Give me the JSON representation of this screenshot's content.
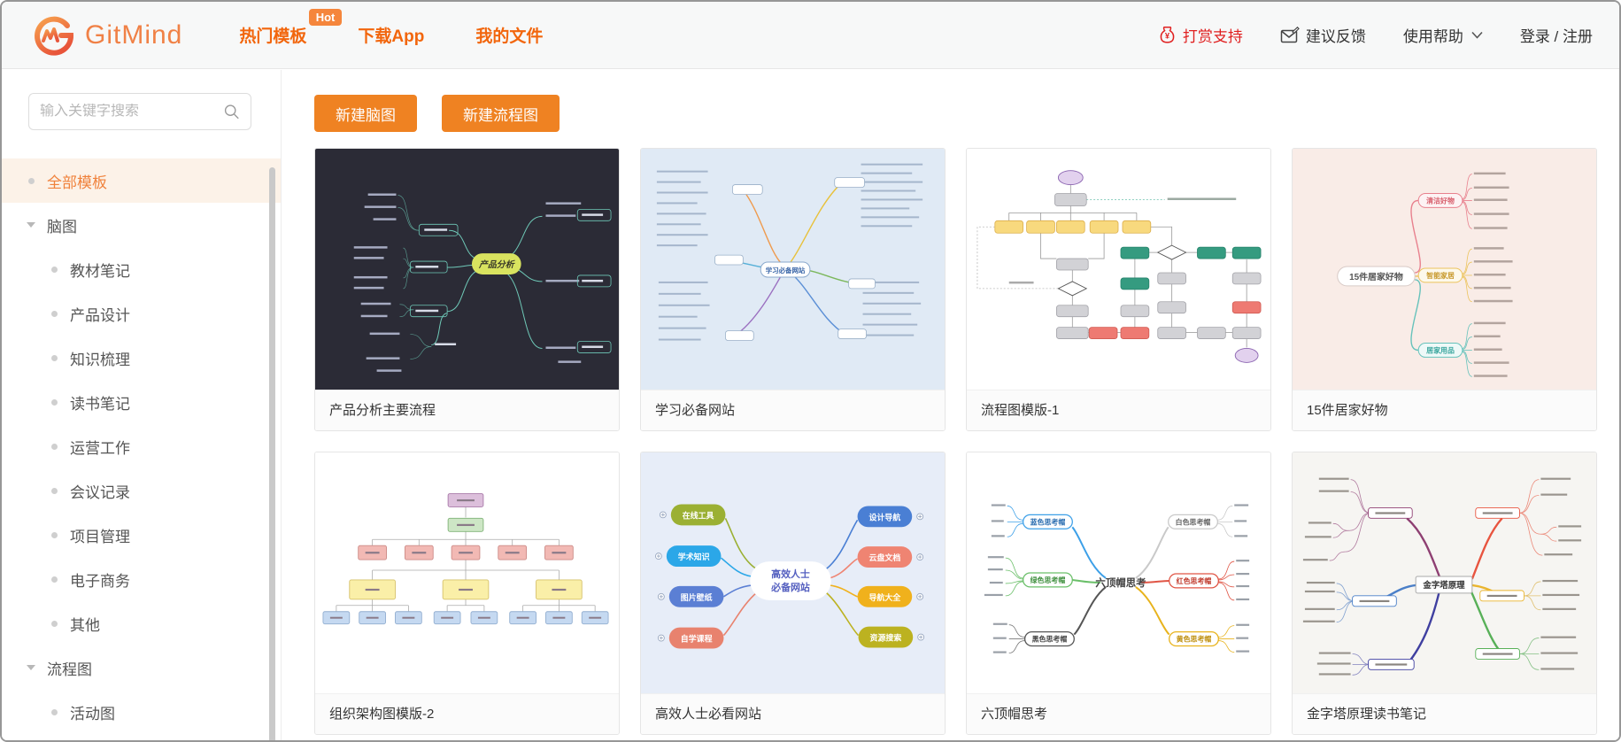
{
  "brand": {
    "name": "GitMind"
  },
  "nav": {
    "items": [
      {
        "label": "热门模板",
        "badge": "Hot"
      },
      {
        "label": "下载App"
      },
      {
        "label": "我的文件"
      }
    ]
  },
  "header_right": {
    "donate": "打赏支持",
    "feedback": "建议反馈",
    "help": "使用帮助",
    "login": "登录 / 注册"
  },
  "sidebar": {
    "search_placeholder": "输入关键字搜索",
    "all_templates": "全部模板",
    "groups": [
      {
        "label": "脑图",
        "children": [
          "教材笔记",
          "产品设计",
          "知识梳理",
          "读书笔记",
          "运营工作",
          "会议记录",
          "项目管理",
          "电子商务",
          "其他"
        ]
      },
      {
        "label": "流程图",
        "children": [
          "活动图"
        ]
      }
    ]
  },
  "main": {
    "buttons": [
      {
        "label": "新建脑图"
      },
      {
        "label": "新建流程图"
      }
    ],
    "cards": [
      {
        "title": "产品分析主要流程",
        "thumb": {
          "center": "产品分析"
        }
      },
      {
        "title": "学习必备网站",
        "thumb": {
          "center": "学习必备网站"
        }
      },
      {
        "title": "流程图模版-1",
        "thumb": {}
      },
      {
        "title": "15件居家好物",
        "thumb": {
          "center": "15件居家好物",
          "branches": [
            "清洁好物",
            "智能家居",
            "居家用品"
          ]
        }
      },
      {
        "title": "组织架构图模版-2",
        "thumb": {}
      },
      {
        "title": "高效人士必看网站",
        "thumb": {
          "center_line1": "高效人士",
          "center_line2": "必备网站",
          "left_nodes": [
            "在线工具",
            "学术知识",
            "图片壁纸",
            "自学课程"
          ],
          "right_nodes": [
            "设计导航",
            "云盘文档",
            "导航大全",
            "资源搜索"
          ]
        }
      },
      {
        "title": "六顶帽思考",
        "thumb": {
          "center": "六顶帽思考",
          "hats": [
            "蓝色思考帽",
            "绿色思考帽",
            "黑色思考帽",
            "白色思考帽",
            "红色思考帽",
            "黄色思考帽"
          ]
        }
      },
      {
        "title": "金字塔原理读书笔记",
        "thumb": {
          "center": "金字塔原理"
        }
      }
    ]
  },
  "colors": {
    "accent_orange": "#ef8222",
    "nav_orange": "#f2660d",
    "donate_red": "#e01f1f",
    "active_item_bg": "#fcf2e8",
    "active_item_text": "#f0823c"
  }
}
